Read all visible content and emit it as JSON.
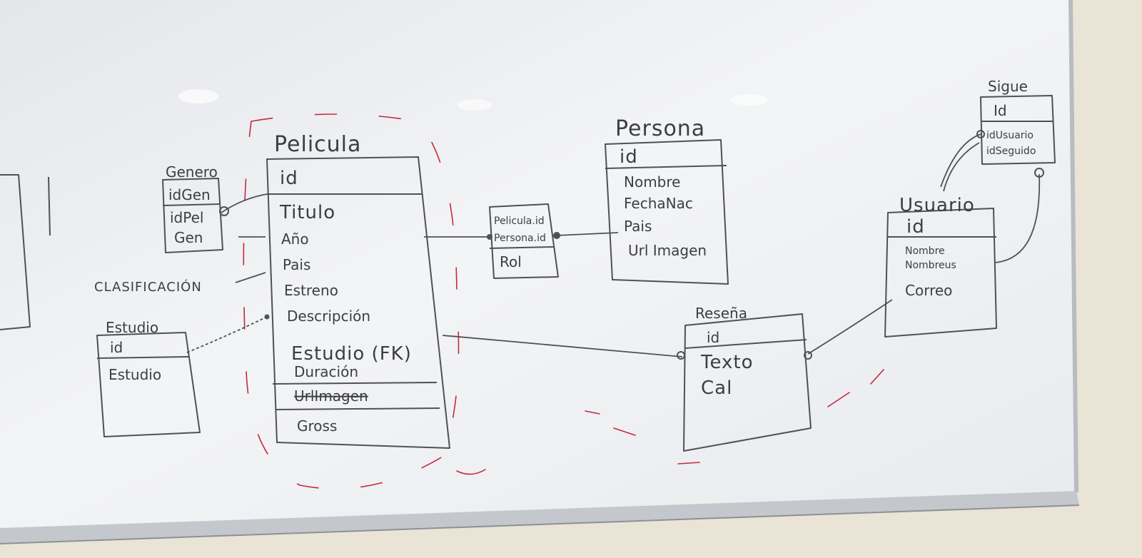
{
  "colors": {
    "wall": "#e9e4d6",
    "board": "#f0f1f4",
    "frame": "#b8bcc2",
    "marker_ink": "#3d3d45",
    "red_marker": "#c42a3a"
  },
  "entities": {
    "pelicula": {
      "title": "Pelicula",
      "fields": [
        "id",
        "Titulo",
        "Año",
        "Pais",
        "Estreno",
        "Descripción",
        "Estudio (FK)",
        "Duración",
        "UrlImagen",
        "Gross"
      ]
    },
    "persona": {
      "title": "Persona",
      "fields": [
        "id",
        "Nombre",
        "FechaNac",
        "Pais",
        "Url Imagen"
      ]
    },
    "pelicula_persona": {
      "fields": [
        "Pelicula.id",
        "Persona.id",
        "Rol"
      ]
    },
    "genero": {
      "title": "Genero",
      "fields": [
        "idGen",
        "idPel",
        "Gen"
      ]
    },
    "estudio": {
      "title": "Estudio",
      "fields": [
        "id",
        "Estudio"
      ]
    },
    "resena": {
      "title": "Reseña",
      "fields": [
        "id",
        "Texto",
        "Cal"
      ]
    },
    "usuario": {
      "title": "Usuario",
      "fields": [
        "id",
        "Nombre",
        "Nombreus",
        "Correo"
      ]
    },
    "sigue": {
      "title": "Sigue",
      "fields": [
        "Id",
        "idUsuario",
        "idSeguido"
      ]
    }
  },
  "side_note": "CLASIFICACIÓN"
}
